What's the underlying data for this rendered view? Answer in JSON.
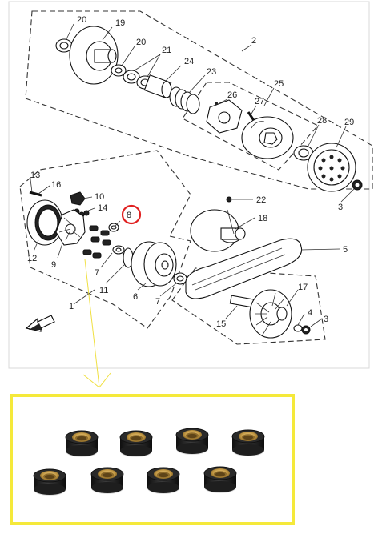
{
  "diagram": {
    "callouts": [
      "20",
      "19",
      "20",
      "21",
      "24",
      "23",
      "2",
      "26",
      "27",
      "25",
      "28",
      "29",
      "13",
      "16",
      "10",
      "14",
      "8",
      "22",
      "18",
      "3",
      "12",
      "9",
      "7",
      "11",
      "6",
      "7",
      "5",
      "17",
      "1",
      "4",
      "15",
      "3"
    ],
    "highlighted_part": "8"
  },
  "colors": {
    "highlight_circle": "#e02020",
    "callout_box": "#f5e93a",
    "pointer_line": "#f0e040",
    "roller_body": "#1e1e1e",
    "roller_bushing": "#c49a45"
  },
  "photo": {
    "subject": "8 sliding roller weights",
    "icons": [
      "roller-icon",
      "roller-icon",
      "roller-icon",
      "roller-icon",
      "roller-icon",
      "roller-icon",
      "roller-icon",
      "roller-icon"
    ]
  }
}
